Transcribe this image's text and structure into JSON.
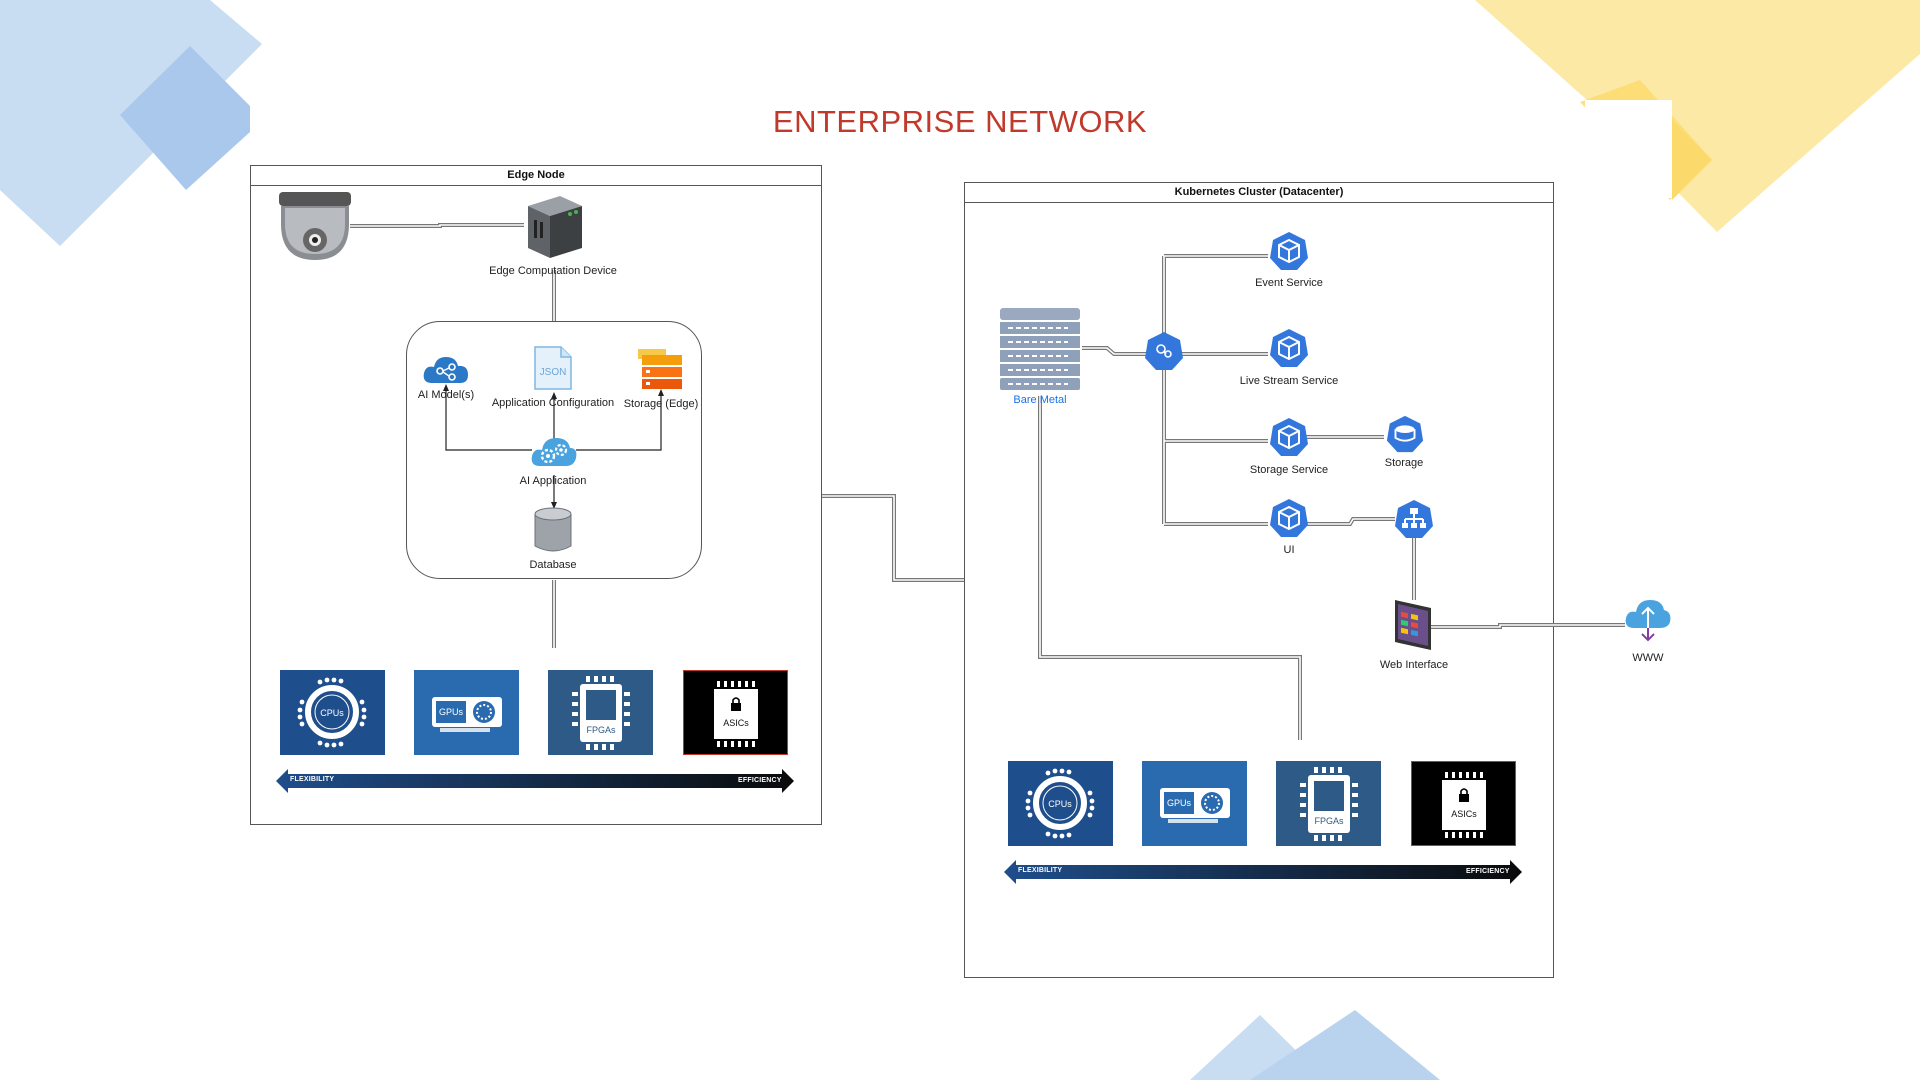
{
  "title": "ENTERPRISE NETWORK",
  "edge_node": {
    "header": "Edge Node",
    "camera_icon": "dome-camera-icon",
    "device_label": "Edge Computation Device",
    "ai_models_label": "AI Model(s)",
    "json_text": "JSON",
    "app_config_label": "Application Configuration",
    "storage_edge_label": "Storage (Edge)",
    "ai_app_label": "AI Application",
    "database_label": "Database",
    "chips": {
      "cpu": "CPUs",
      "gpu": "GPUs",
      "fpga": "FPGAs",
      "asic": "ASICs"
    },
    "flex_label": "FLEXIBILITY",
    "eff_label": "EFFICIENCY"
  },
  "k8s": {
    "header": "Kubernetes Cluster (Datacenter)",
    "bare_metal_label": "Bare Metal",
    "event_label": "Event Service",
    "live_label": "Live Stream Service",
    "storage_service_label": "Storage Service",
    "storage_label": "Storage",
    "ui_label": "UI",
    "web_label": "Web Interface",
    "chips": {
      "cpu": "CPUs",
      "gpu": "GPUs",
      "fpga": "FPGAs",
      "asic": "ASICs"
    },
    "flex_label": "FLEXIBILITY",
    "eff_label": "EFFICIENCY"
  },
  "www_label": "WWW",
  "colors": {
    "title": "#c0392b",
    "k8s_blue": "#3377dd",
    "chip_blue": "#1f4e8c",
    "chip_gpu": "#2a6bb0",
    "chip_fpga": "#2d5a86",
    "deco_blue": "#b9d3ef",
    "deco_yellow": "#fde68a"
  }
}
